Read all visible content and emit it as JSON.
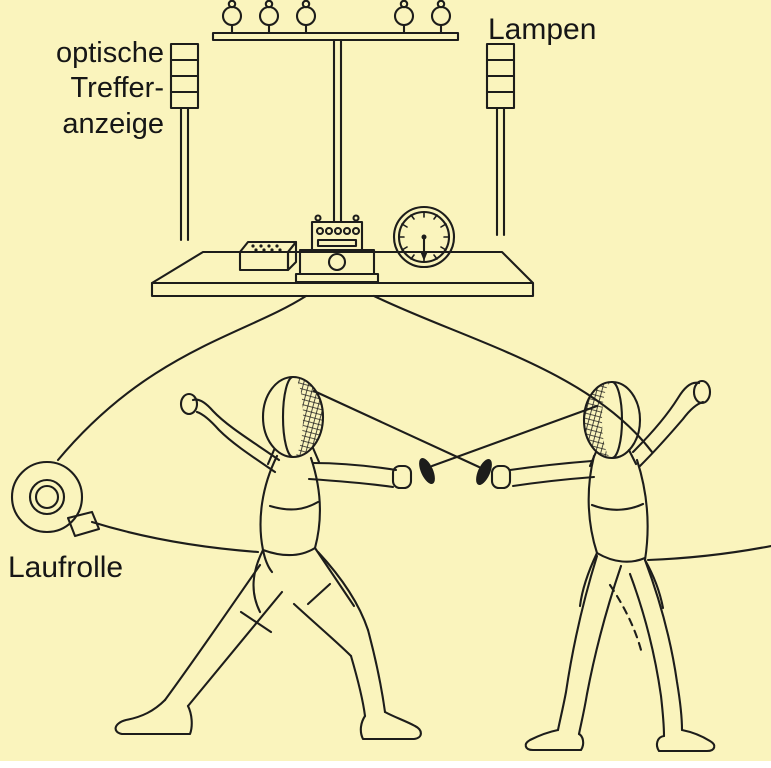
{
  "labels": {
    "optical_display": "optische\nTreffer-\nanzeige",
    "lamps": "Lampen",
    "reel": "Laufrolle"
  },
  "colors": {
    "background": "#faf4bd",
    "line": "#1d1d1b",
    "text": "#161616"
  }
}
